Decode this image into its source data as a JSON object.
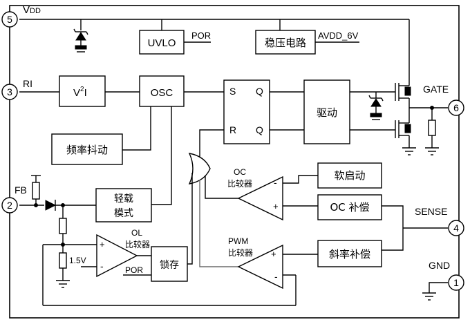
{
  "pins": [
    {
      "num": "5",
      "label": "V",
      "sub": "DD"
    },
    {
      "num": "3",
      "label": "RI"
    },
    {
      "num": "2",
      "label": "FB"
    },
    {
      "num": "6",
      "label": "GATE"
    },
    {
      "num": "4",
      "label": "SENSE"
    },
    {
      "num": "1",
      "label": "GND"
    }
  ],
  "blocks": {
    "uvlo": "UVLO",
    "regulator": "稳压电路",
    "v2i_v": "V",
    "v2i_sup": "2",
    "v2i_i": "I",
    "osc": "OSC",
    "jitter": "频率抖动",
    "driver": "驱动",
    "light_load_1": "轻载",
    "light_load_2": "模式",
    "latch": "锁存",
    "soft_start": "软启动",
    "oc_comp_block": "OC 补偿",
    "slope_comp": "斜率补偿"
  },
  "signals": {
    "por_top": "POR",
    "avdd": "AVDD_6V",
    "por_bottom": "POR",
    "ref_voltage": "1.5V"
  },
  "flipflop": {
    "s": "S",
    "q1": "Q",
    "r": "R",
    "q2": "Q"
  },
  "comparators": {
    "oc": {
      "title_1": "OC",
      "title_2": "比较器",
      "minus": "-",
      "plus": "+"
    },
    "ol": {
      "title_1": "OL",
      "title_2": "比较器",
      "minus": "-",
      "plus": "+"
    },
    "pwm": {
      "title_1": "PWM",
      "title_2": "比较器",
      "minus": "-",
      "plus": "+"
    }
  }
}
